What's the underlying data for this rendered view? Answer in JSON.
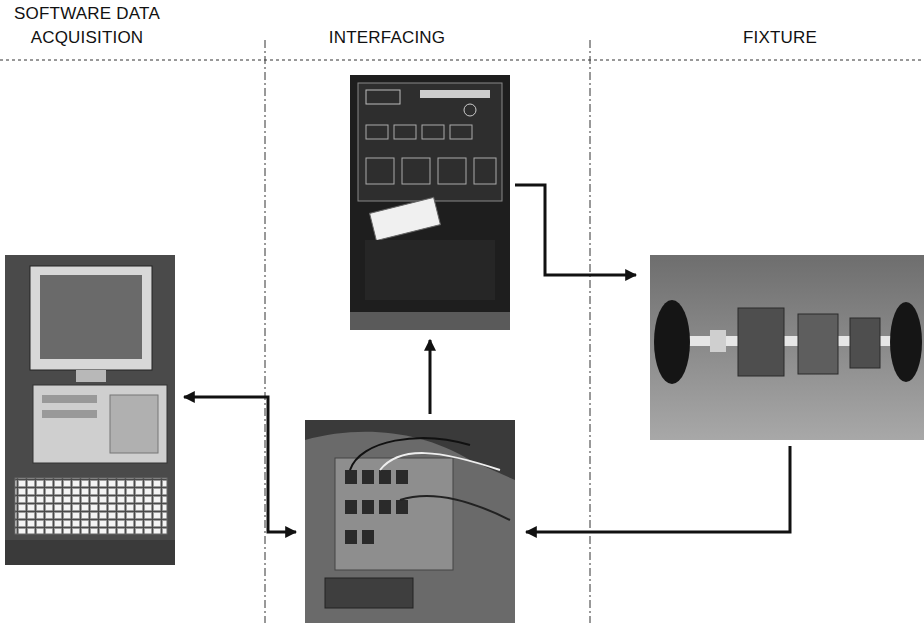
{
  "diagram": {
    "nodes": [
      {
        "text": [
          "SOFTWARE DATA ACQUISITION"
        ]
      },
      {
        "text": [
          "INTERFACING"
        ]
      },
      {
        "text": [
          "FIXTURE"
        ]
      }
    ]
  }
}
